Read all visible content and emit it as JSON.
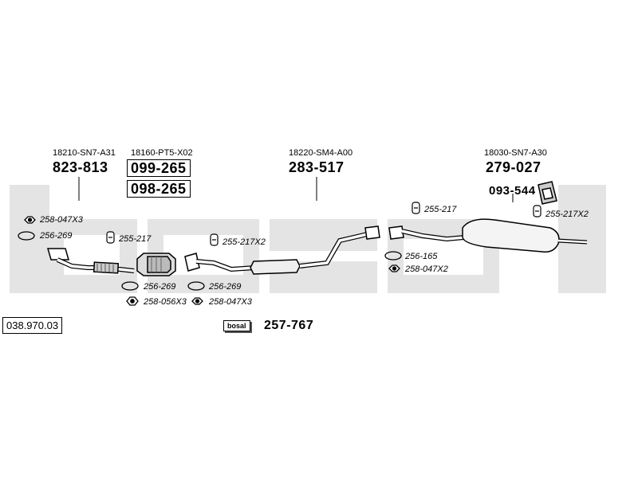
{
  "catalog_number": "038.970.03",
  "watermark": "bosal",
  "brand_badge": "bosal",
  "brand_badge_number": "257-767",
  "groups": [
    {
      "oem": "18210-SN7-A31",
      "parts": [
        "823-813"
      ]
    },
    {
      "oem": "18160-PT5-X02",
      "parts": [
        "099-265",
        "098-265"
      ]
    },
    {
      "oem": "18220-SM4-A00",
      "parts": [
        "283-517"
      ]
    },
    {
      "oem": "18030-SN7-A30",
      "parts": [
        "279-027",
        "093-544"
      ]
    }
  ],
  "fittings": [
    {
      "code": "258-047X3",
      "icon": "nut-icon"
    },
    {
      "code": "256-269",
      "icon": "gasket-ring-icon"
    },
    {
      "code": "255-217",
      "icon": "clamp-icon"
    },
    {
      "code": "255-217X2",
      "icon": "clamp-icon"
    },
    {
      "code": "256-269",
      "icon": "gasket-ring-icon"
    },
    {
      "code": "258-056X3",
      "icon": "nut-icon"
    },
    {
      "code": "256-269",
      "icon": "gasket-ring-icon"
    },
    {
      "code": "258-047X3",
      "icon": "nut-icon"
    },
    {
      "code": "255-217",
      "icon": "clamp-icon"
    },
    {
      "code": "256-165",
      "icon": "gasket-ring-icon"
    },
    {
      "code": "258-047X2",
      "icon": "nut-icon"
    },
    {
      "code": "255-217X2",
      "icon": "clamp-icon"
    }
  ]
}
